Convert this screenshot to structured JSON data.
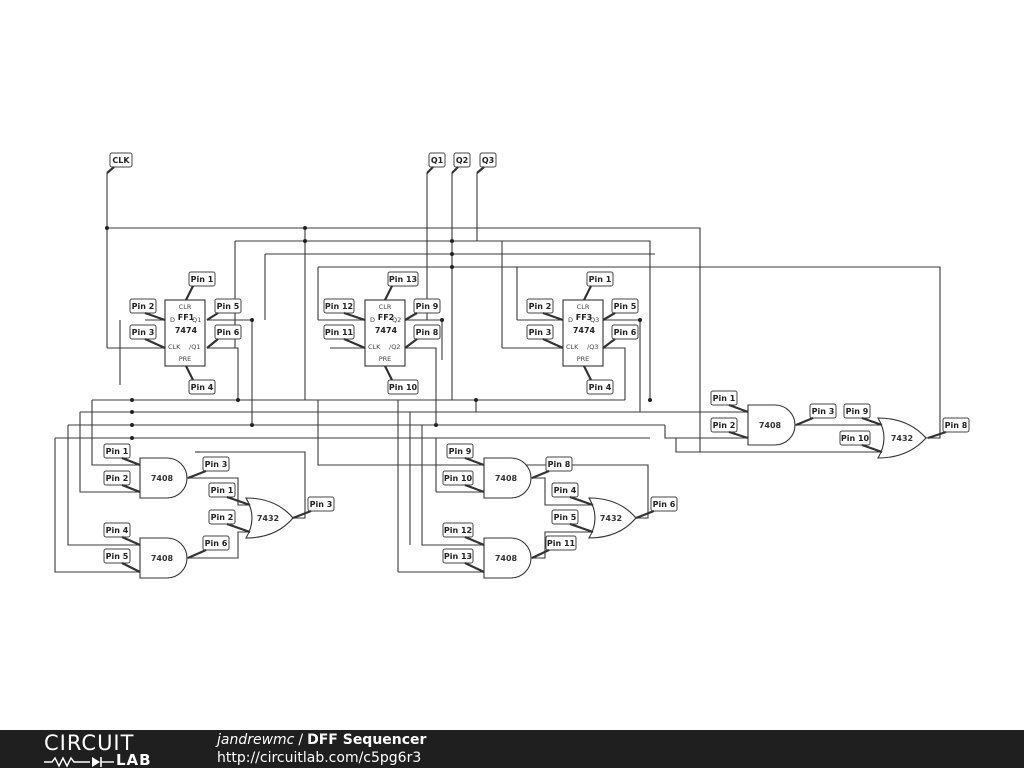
{
  "title": "DFF Sequencer",
  "author": "jandrewmc",
  "separator": "/",
  "url": "http://circuitlab.com/c5pg6r3",
  "logo": {
    "top": "CIRCUIT",
    "bottom": "LAB"
  },
  "nets": {
    "clk": "CLK",
    "q1": "Q1",
    "q2": "Q2",
    "q3": "Q3"
  },
  "ic_labels": {
    "and_gate": "7408",
    "or_gate": "7432",
    "flip_flop": "7474"
  },
  "flip_flops": [
    {
      "name": "FF1",
      "part": "7474",
      "clr": "CLR",
      "pre": "PRE",
      "d": "D",
      "clk": "CLK",
      "q": "Q1",
      "nq": "/Q1",
      "pins": {
        "clr": "Pin 1",
        "d": "Pin 2",
        "clk": "Pin 3",
        "pre": "Pin 4",
        "q": "Pin 5",
        "nq": "Pin 6"
      }
    },
    {
      "name": "FF2",
      "part": "7474",
      "clr": "CLR",
      "pre": "PRE",
      "d": "D",
      "clk": "CLK",
      "q": "Q2",
      "nq": "/Q2",
      "pins": {
        "clr": "Pin 13",
        "d": "Pin 12",
        "clk": "Pin 11",
        "pre": "Pin 10",
        "q": "Pin 9",
        "nq": "Pin 8"
      }
    },
    {
      "name": "FF3",
      "part": "7474",
      "clr": "CLR",
      "pre": "PRE",
      "d": "D",
      "clk": "CLK",
      "q": "Q3",
      "nq": "/Q3",
      "pins": {
        "clr": "Pin 1",
        "d": "Pin 2",
        "clk": "Pin 3",
        "pre": "Pin 4",
        "q": "Pin 5",
        "nq": "Pin 6"
      }
    }
  ],
  "gates": {
    "and_left_top": {
      "part": "7408",
      "in1": "Pin 1",
      "in2": "Pin 2",
      "out": "Pin 3"
    },
    "and_left_bottom": {
      "part": "7408",
      "in1": "Pin 4",
      "in2": "Pin 5",
      "out": "Pin 6"
    },
    "or_left": {
      "part": "7432",
      "in1": "Pin 1",
      "in2": "Pin 2",
      "out": "Pin 3"
    },
    "and_mid_top": {
      "part": "7408",
      "in1": "Pin 9",
      "in2": "Pin 10",
      "out": "Pin 8"
    },
    "and_mid_bottom": {
      "part": "7408",
      "in1": "Pin 12",
      "in2": "Pin 13",
      "out": "Pin 11"
    },
    "or_mid": {
      "part": "7432",
      "in1": "Pin 4",
      "in2": "Pin 5",
      "out": "Pin 6"
    },
    "and_right": {
      "part": "7408",
      "in1": "Pin 1",
      "in2": "Pin 2",
      "out": "Pin 3"
    },
    "or_right": {
      "part": "7432",
      "in1": "Pin 9",
      "in2": "Pin 10",
      "out": "Pin 8"
    }
  }
}
